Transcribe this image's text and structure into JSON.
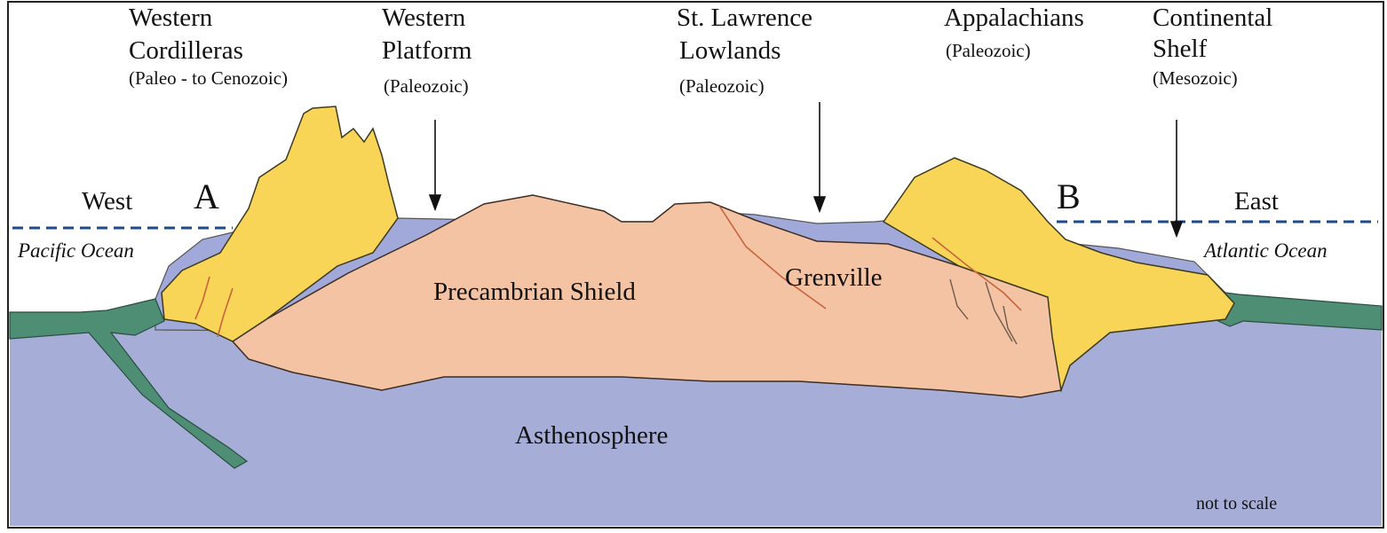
{
  "labels": {
    "western_cordilleras": {
      "line1": "Western",
      "line2": "Cordilleras",
      "age": "(Paleo - to Cenozoic)"
    },
    "western_platform": {
      "line1": "Western",
      "line2": "Platform",
      "age": "(Paleozoic)"
    },
    "st_lawrence_lowlands": {
      "line1": "St. Lawrence",
      "line2": "Lowlands",
      "age": "(Paleozoic)"
    },
    "appalachians": {
      "line1": "Appalachians",
      "age": "(Paleozoic)"
    },
    "continental_shelf": {
      "line1": "Continental",
      "line2": "Shelf",
      "age": "(Mesozoic)"
    }
  },
  "directions": {
    "west": "West",
    "east": "East"
  },
  "markers": {
    "a": "A",
    "b": "B"
  },
  "oceans": {
    "pacific": "Pacific Ocean",
    "atlantic": "Atlantic Ocean"
  },
  "units": {
    "precambrian_shield": "Precambrian Shield",
    "grenville": "Grenville",
    "asthenosphere": "Asthenosphere"
  },
  "scale_note": "not to scale",
  "colors": {
    "asthenosphere": "#a6aed8",
    "shallow_sea": "#a0a9d9",
    "shield": "#f4c3a3",
    "orogen": "#f8d457",
    "plate": "#4e8e75",
    "sea_level": "#1e4a8a",
    "fault": "#c8643c"
  }
}
